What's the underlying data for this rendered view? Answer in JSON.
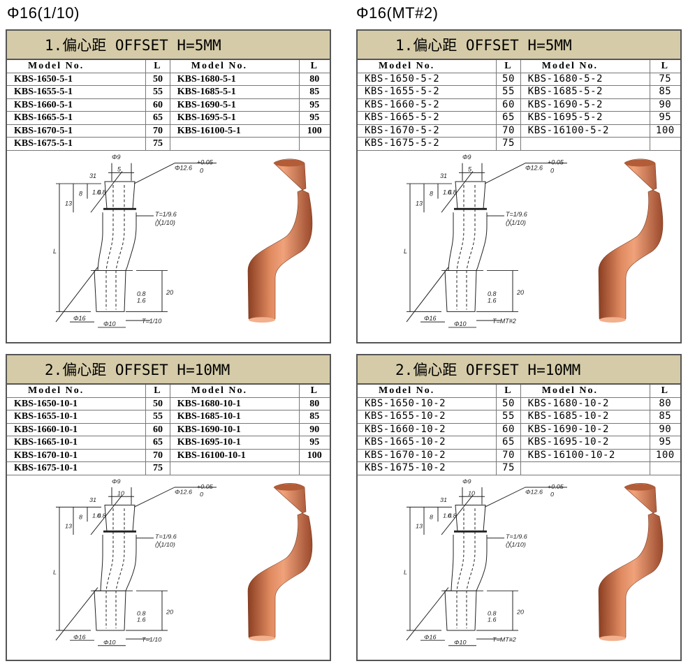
{
  "columns": [
    {
      "title": "Φ16(1/10)"
    },
    {
      "title": "Φ16(MT#2)"
    }
  ],
  "headers": {
    "model": "Model No.",
    "l": "L"
  },
  "panels": [
    {
      "title": "1.偏心距 OFFSET  H=5MM",
      "left": [
        {
          "model": "KBS-1650-5-1",
          "l": "50"
        },
        {
          "model": "KBS-1655-5-1",
          "l": "55"
        },
        {
          "model": "KBS-1660-5-1",
          "l": "60"
        },
        {
          "model": "KBS-1665-5-1",
          "l": "65"
        },
        {
          "model": "KBS-1670-5-1",
          "l": "70"
        },
        {
          "model": "KBS-1675-5-1",
          "l": "75"
        }
      ],
      "right": [
        {
          "model": "KBS-1680-5-1",
          "l": "80"
        },
        {
          "model": "KBS-1685-5-1",
          "l": "85"
        },
        {
          "model": "KBS-1690-5-1",
          "l": "95"
        },
        {
          "model": "KBS-1695-5-1",
          "l": "95"
        },
        {
          "model": "KBS-16100-5-1",
          "l": "100"
        },
        {
          "model": "",
          "l": ""
        }
      ],
      "dims": {
        "d9": "Φ9",
        "five": "5",
        "d126": "Φ12.6",
        "tol": "+0.05",
        "zero": "0",
        "a31": "31",
        "eight": "8",
        "thirteen": "13",
        "t96": "T=1/9.6",
        "x110": "(╳1/10)",
        "L": "L",
        "twenty": "20",
        "d16": "Φ16",
        "d10": "Φ10",
        "t": "T=1/10",
        "r1": "1.6",
        "r2": "0.8"
      }
    },
    {
      "title": "1.偏心距 OFFSET  H=5MM",
      "left": [
        {
          "model": "KBS-1650-5-2",
          "l": "50"
        },
        {
          "model": "KBS-1655-5-2",
          "l": "55"
        },
        {
          "model": "KBS-1660-5-2",
          "l": "60"
        },
        {
          "model": "KBS-1665-5-2",
          "l": "65"
        },
        {
          "model": "KBS-1670-5-2",
          "l": "70"
        },
        {
          "model": "KBS-1675-5-2",
          "l": "75"
        }
      ],
      "right": [
        {
          "model": "KBS-1680-5-2",
          "l": "75"
        },
        {
          "model": "KBS-1685-5-2",
          "l": "85"
        },
        {
          "model": "KBS-1690-5-2",
          "l": "90"
        },
        {
          "model": "KBS-1695-5-2",
          "l": "95"
        },
        {
          "model": "KBS-16100-5-2",
          "l": "100"
        },
        {
          "model": "",
          "l": ""
        }
      ],
      "dims": {
        "d9": "Φ9",
        "five": "5",
        "d126": "Φ12.6",
        "tol": "+0.05",
        "zero": "0",
        "a31": "31",
        "eight": "8",
        "thirteen": "13",
        "t96": "T=1/9.6",
        "x110": "(╳1/10)",
        "L": "L",
        "twenty": "20",
        "d16": "Φ16",
        "d10": "Φ10",
        "t": "T=MT#2",
        "r1": "1.6",
        "r2": "0.8"
      }
    },
    {
      "title": "2.偏心距 OFFSET  H=10MM",
      "left": [
        {
          "model": "KBS-1650-10-1",
          "l": "50"
        },
        {
          "model": "KBS-1655-10-1",
          "l": "55"
        },
        {
          "model": "KBS-1660-10-1",
          "l": "60"
        },
        {
          "model": "KBS-1665-10-1",
          "l": "65"
        },
        {
          "model": "KBS-1670-10-1",
          "l": "70"
        },
        {
          "model": "KBS-1675-10-1",
          "l": "75"
        }
      ],
      "right": [
        {
          "model": "KBS-1680-10-1",
          "l": "80"
        },
        {
          "model": "KBS-1685-10-1",
          "l": "85"
        },
        {
          "model": "KBS-1690-10-1",
          "l": "90"
        },
        {
          "model": "KBS-1695-10-1",
          "l": "95"
        },
        {
          "model": "KBS-16100-10-1",
          "l": "100"
        },
        {
          "model": "",
          "l": ""
        }
      ],
      "dims": {
        "d9": "Φ9",
        "five": "10",
        "d126": "Φ12.6",
        "tol": "+0.05",
        "zero": "0",
        "a31": "31",
        "eight": "8",
        "thirteen": "13",
        "t96": "T=1/9.6",
        "x110": "(╳1/10)",
        "L": "L",
        "twenty": "20",
        "d16": "Φ16",
        "d10": "Φ10",
        "t": "T=1/10",
        "r1": "1.6",
        "r2": "0.8"
      }
    },
    {
      "title": "2.偏心距 OFFSET  H=10MM",
      "left": [
        {
          "model": "KBS-1650-10-2",
          "l": "50"
        },
        {
          "model": "KBS-1655-10-2",
          "l": "55"
        },
        {
          "model": "KBS-1660-10-2",
          "l": "60"
        },
        {
          "model": "KBS-1665-10-2",
          "l": "65"
        },
        {
          "model": "KBS-1670-10-2",
          "l": "70"
        },
        {
          "model": "KBS-1675-10-2",
          "l": "75"
        }
      ],
      "right": [
        {
          "model": "KBS-1680-10-2",
          "l": "80"
        },
        {
          "model": "KBS-1685-10-2",
          "l": "85"
        },
        {
          "model": "KBS-1690-10-2",
          "l": "90"
        },
        {
          "model": "KBS-1695-10-2",
          "l": "95"
        },
        {
          "model": "KBS-16100-10-2",
          "l": "100"
        },
        {
          "model": "",
          "l": ""
        }
      ],
      "dims": {
        "d9": "Φ9",
        "five": "10",
        "d126": "Φ12.6",
        "tol": "+0.05",
        "zero": "0",
        "a31": "31",
        "eight": "8",
        "thirteen": "13",
        "t96": "T=1/9.6",
        "x110": "(╳1/10)",
        "L": "L",
        "twenty": "20",
        "d16": "Φ16",
        "d10": "Φ10",
        "t": "T=MT#2",
        "r1": "1.6",
        "r2": "0.8"
      }
    }
  ],
  "colors": {
    "header_bg": "#d5cba8",
    "copper": "#c9704a",
    "border": "#555555"
  }
}
